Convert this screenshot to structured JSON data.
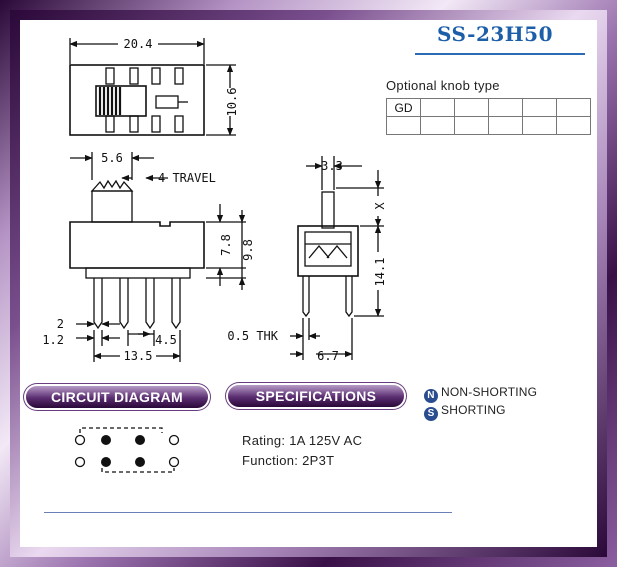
{
  "model": "SS-23H50",
  "knob": {
    "label": "Optional knob type",
    "cells": [
      "GD",
      "",
      "",
      "",
      "",
      "",
      "",
      "",
      "",
      "",
      "",
      ""
    ]
  },
  "dims": {
    "width": "20.4",
    "height": "10.6",
    "knob": "5.6",
    "travel": "4 TRAVEL",
    "top_w": "3.3",
    "x": "X",
    "body_h": "7.8",
    "total_h": "9.8",
    "pin_h": "14.1",
    "pin_w": "2",
    "pin_t": "1.2",
    "pitch": "4.5",
    "span": "13.5",
    "thk": "0.5 THK",
    "depth": "6.7"
  },
  "sections": {
    "circuit": "CIRCUIT DIAGRAM",
    "specs": "SPECIFICATIONS"
  },
  "legend": {
    "n_icon": "N",
    "n_label": "NON-SHORTING",
    "s_icon": "S",
    "s_label": "SHORTING"
  },
  "specs": {
    "rating": "Rating: 1A 125V AC",
    "function": "Function: 2P3T"
  },
  "colors": {
    "title": "#1c5fa8",
    "frame": "#5a2d70"
  }
}
